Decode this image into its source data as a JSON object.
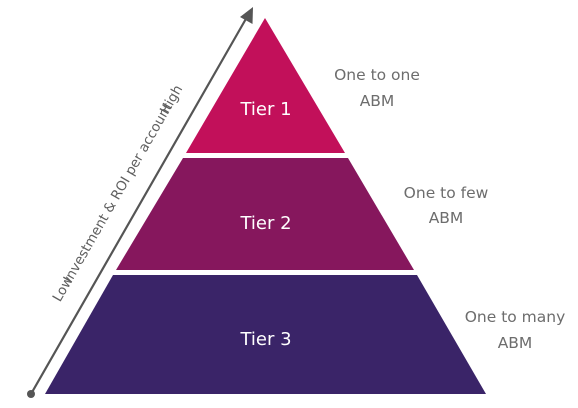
{
  "axis": {
    "label": "Investment & ROI per account",
    "low_label": "Low",
    "high_label": "High",
    "color": "#555555"
  },
  "tiers": [
    {
      "label": "Tier 1",
      "description_lines": [
        "One to one",
        "ABM"
      ],
      "color": "#c2105a"
    },
    {
      "label": "Tier 2",
      "description_lines": [
        "One to few",
        "ABM"
      ],
      "color": "#86175d"
    },
    {
      "label": "Tier 3",
      "description_lines": [
        "One to many",
        "ABM"
      ],
      "color": "#3a2468"
    }
  ]
}
